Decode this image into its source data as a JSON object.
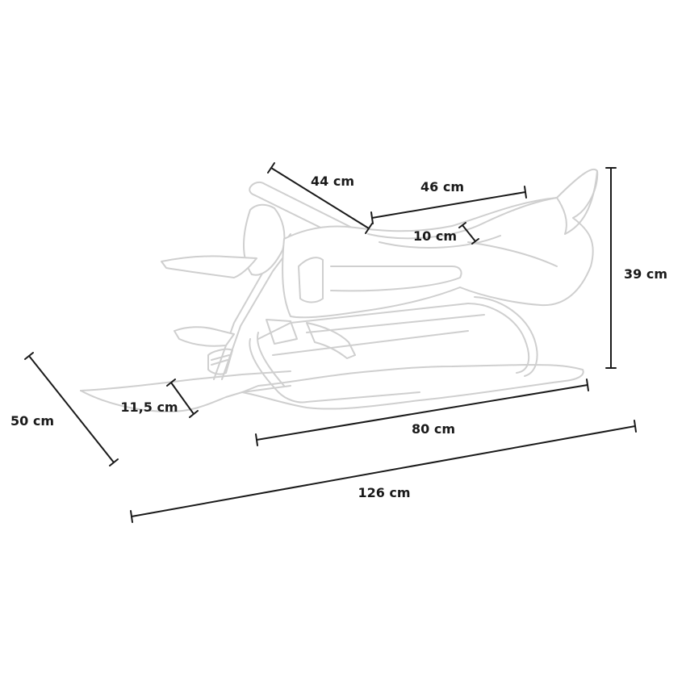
{
  "product": {
    "illustration": "snow-sled-icon"
  },
  "dimensions": {
    "overall_length": "126 cm",
    "runner_length": "80 cm",
    "width": "50 cm",
    "height": "39 cm",
    "handlebar": "44 cm",
    "seat_length": "46 cm",
    "seat_height": "10 cm",
    "ski_height": "11,5 cm"
  },
  "colors": {
    "outline": "#cfcfcf",
    "dimension": "#1a1a1a",
    "background": "#ffffff"
  }
}
